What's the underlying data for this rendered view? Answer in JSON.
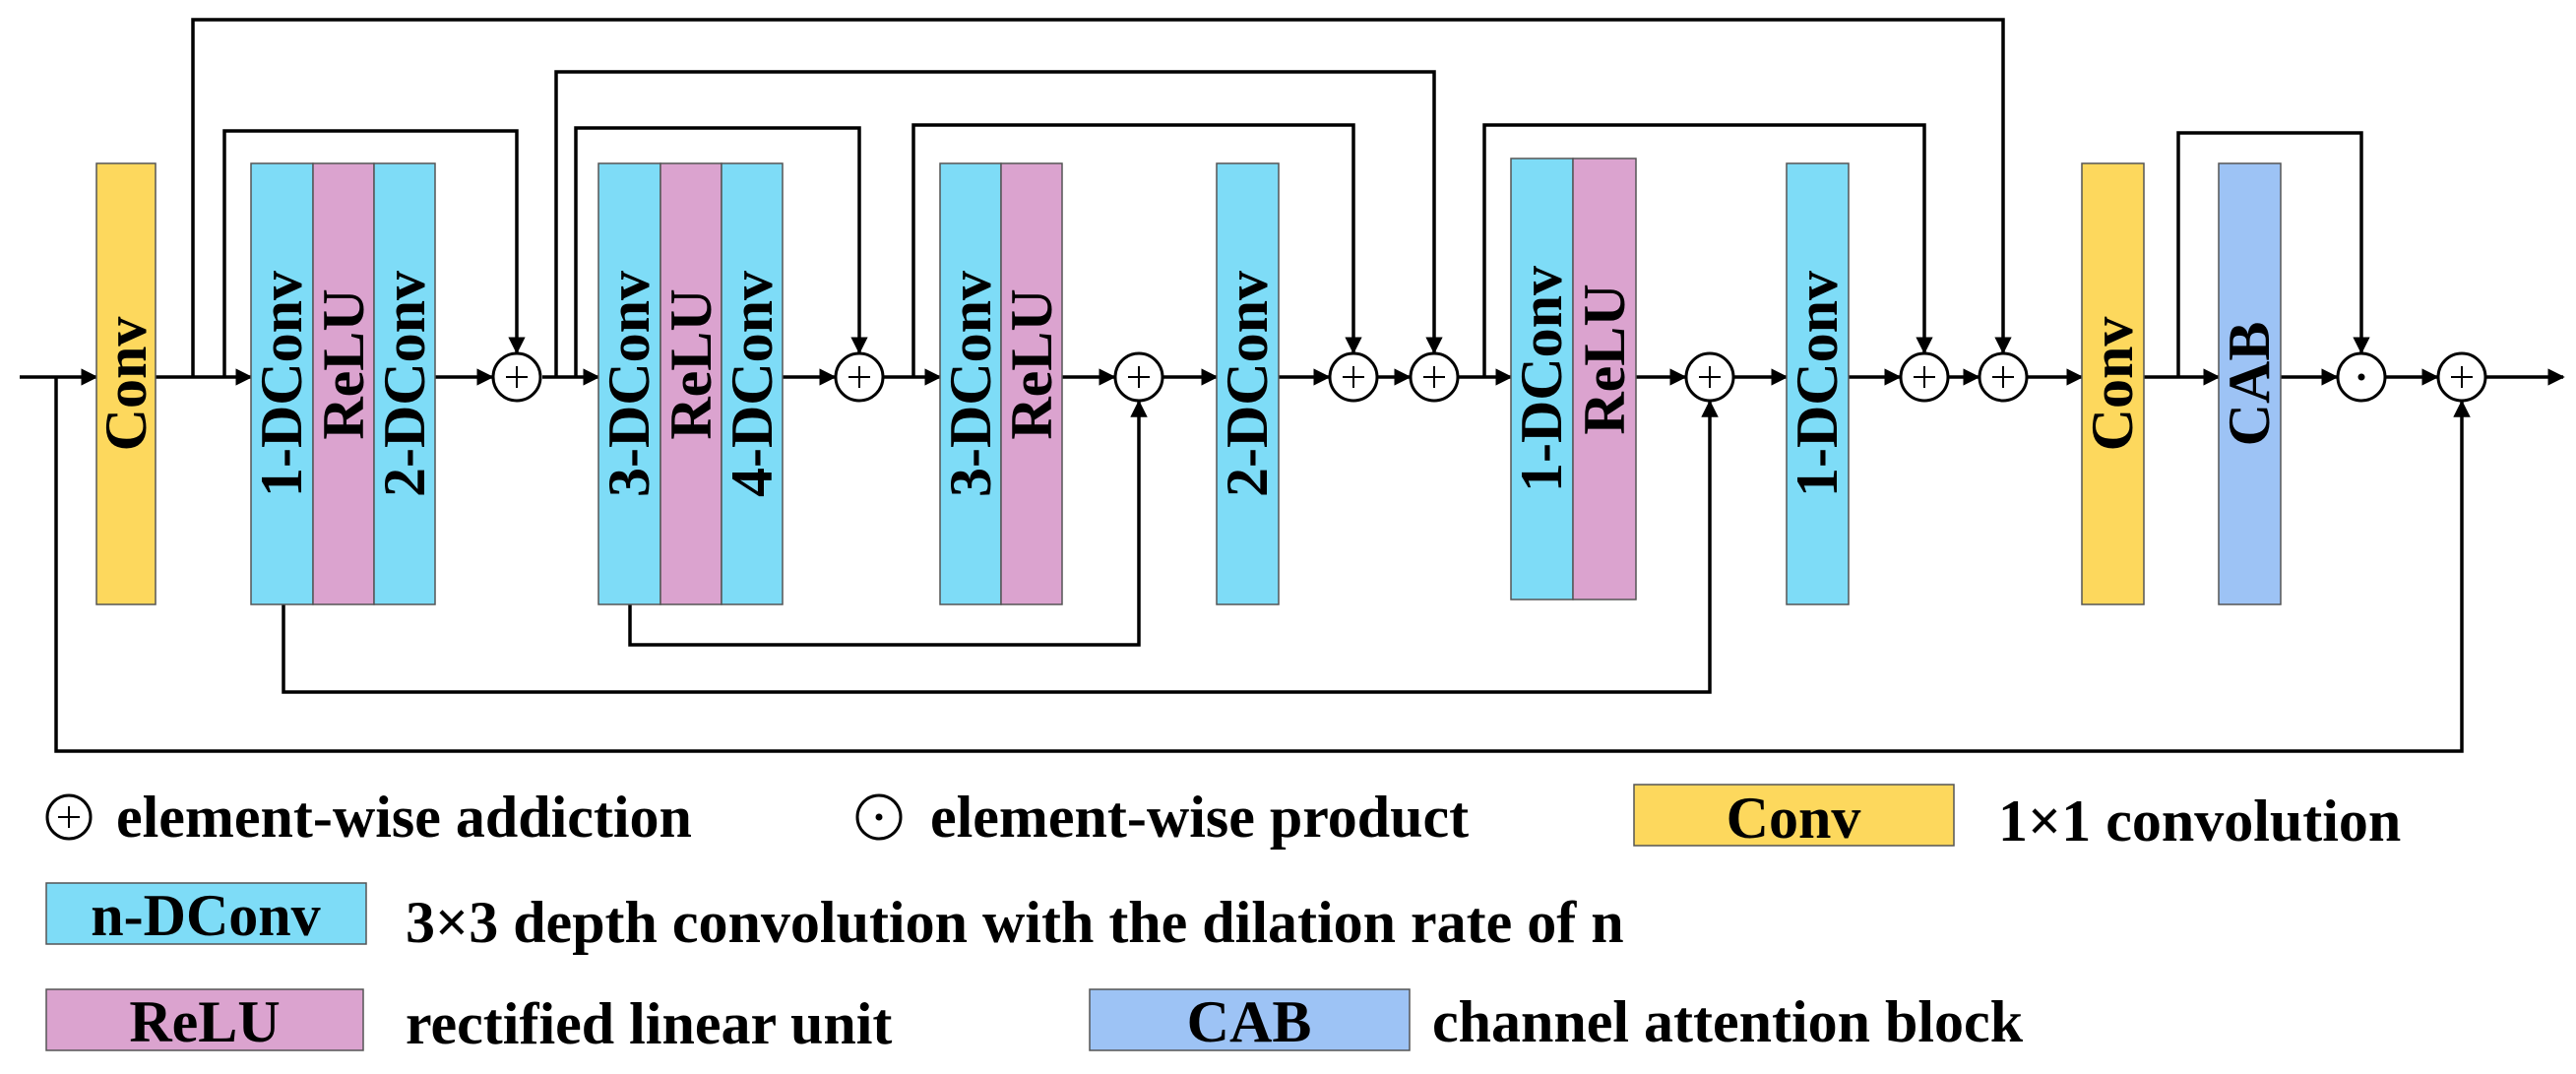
{
  "colors": {
    "conv": "#FDD85D",
    "dconv": "#7EDCF7",
    "relu": "#DBA3CF",
    "cab": "#9DC3F5",
    "line": "#000000"
  },
  "blocks": {
    "conv_in": "Conv",
    "b1_a": "1-DConv",
    "b1_b": "ReLU",
    "b1_c": "2-DConv",
    "b2_a": "3-DConv",
    "b2_b": "ReLU",
    "b2_c": "4-DConv",
    "b3_a": "3-DConv",
    "b3_b": "ReLU",
    "b4": "2-DConv",
    "b5_a": "1-DConv",
    "b5_b": "ReLU",
    "b6": "1-DConv",
    "conv_out": "Conv",
    "cab": "CAB"
  },
  "operators": {
    "add_symbol": "+",
    "product_symbol": "·"
  },
  "legend": {
    "add_label": "element-wise addiction",
    "product_label": "element-wise product",
    "conv_box": "Conv",
    "conv_label": "1×1 convolution",
    "dconv_box": "n-DConv",
    "dconv_label": "3×3 depth convolution with the dilation rate of n",
    "relu_box": "ReLU",
    "relu_label": "rectified linear unit",
    "cab_box": "CAB",
    "cab_label": "channel attention block"
  }
}
